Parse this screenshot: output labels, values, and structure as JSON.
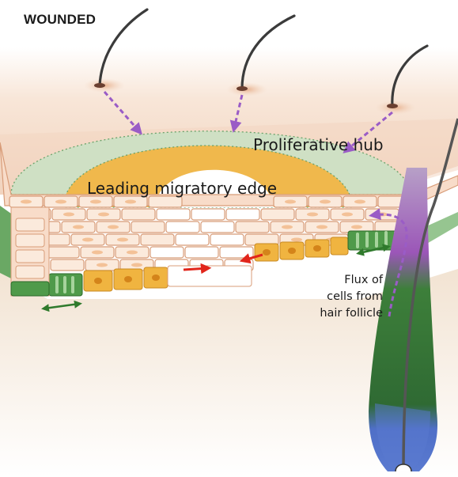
{
  "figure": {
    "title": "WOUNDED",
    "labels": {
      "proliferative_hub": "Proliferative hub",
      "leading_migratory_edge": "Leading migratory edge"
    },
    "flux_label": [
      "Flux of",
      "cells from",
      "hair follicle"
    ]
  },
  "colors": {
    "skin_top": "#f4dccb",
    "skin_side": "#fbe8da",
    "dermis": "#efe0cf",
    "proliferative_hub": "#cfe0c4",
    "migratory_edge": "#f0b84c",
    "wound_bed": "#ffffff",
    "cell_fill": "#fbeadc",
    "cell_outline": "#d89c78",
    "basal_green": "#4f9a4a",
    "basal_orange": "#f0b440",
    "purple_arrow": "#9a5cc6",
    "red_arrow": "#e1251b",
    "green_arrow": "#2f7a2c",
    "hair": "#444444",
    "follicle_green": "#3d7f3a",
    "follicle_purple": "#9b56b8",
    "follicle_blue": "#4f6fc7"
  },
  "icons": [
    "purple-dashed-arrow",
    "red-arrow",
    "double-headed-green-arrow",
    "hair-strand"
  ]
}
